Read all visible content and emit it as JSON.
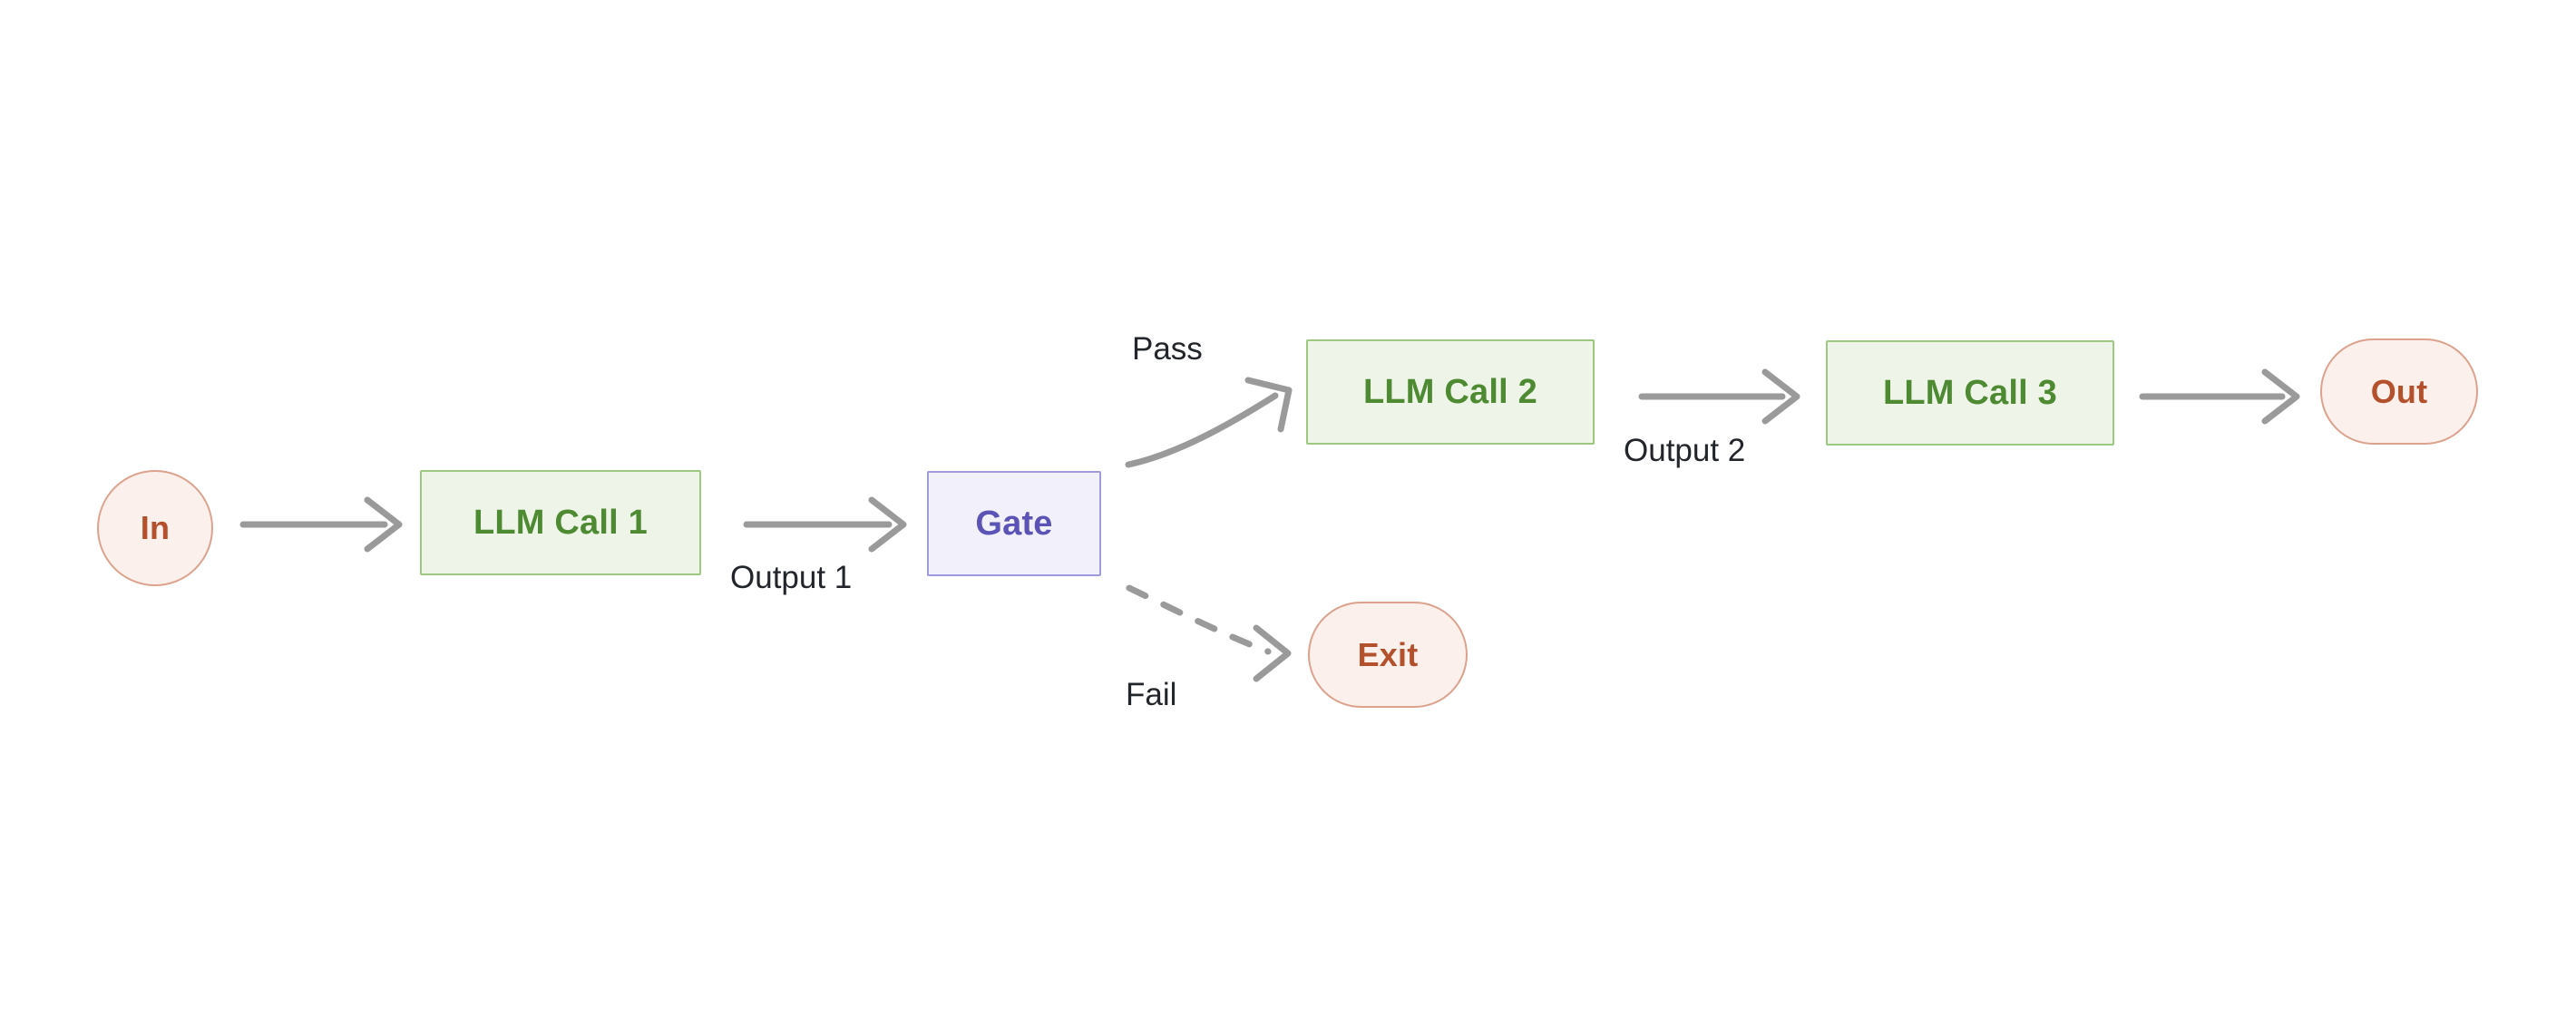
{
  "diagram": {
    "title": "LLM gate / routing workflow",
    "type": "flowchart",
    "orientation": "left-to-right",
    "background": "#ffffff",
    "colors": {
      "process_fill": "#eef4e8",
      "process_border": "#9cc87f",
      "process_text": "#4e8a32",
      "gate_fill": "#f2f1fb",
      "gate_border": "#9f9adb",
      "gate_text": "#5b53b5",
      "terminal_fill": "#fcf0ec",
      "terminal_border": "#dda28d",
      "terminal_text": "#b4512c",
      "edge_stroke": "#9a9a9a",
      "label_text": "#22262b"
    }
  },
  "nodes": {
    "in": {
      "label": "In",
      "shape": "circle",
      "kind": "terminal"
    },
    "llm_call_1": {
      "label": "LLM Call 1",
      "shape": "rectangle",
      "kind": "process"
    },
    "gate": {
      "label": "Gate",
      "shape": "rectangle",
      "kind": "gate"
    },
    "llm_call_2": {
      "label": "LLM Call 2",
      "shape": "rectangle",
      "kind": "process"
    },
    "llm_call_3": {
      "label": "LLM Call 3",
      "shape": "rectangle",
      "kind": "process"
    },
    "exit": {
      "label": "Exit",
      "shape": "pill",
      "kind": "terminal"
    },
    "out": {
      "label": "Out",
      "shape": "pill",
      "kind": "terminal"
    }
  },
  "edges": [
    {
      "id": "e1",
      "from": "in",
      "to": "llm_call_1",
      "label": "",
      "style": "solid",
      "shape": "straight"
    },
    {
      "id": "e2",
      "from": "llm_call_1",
      "to": "gate",
      "label": "Output 1",
      "style": "solid",
      "shape": "straight"
    },
    {
      "id": "e3",
      "from": "gate",
      "to": "llm_call_2",
      "label": "Pass",
      "style": "solid",
      "shape": "curved"
    },
    {
      "id": "e4",
      "from": "gate",
      "to": "exit",
      "label": "Fail",
      "style": "dashed",
      "shape": "curved"
    },
    {
      "id": "e5",
      "from": "llm_call_2",
      "to": "llm_call_3",
      "label": "Output 2",
      "style": "solid",
      "shape": "straight"
    },
    {
      "id": "e6",
      "from": "llm_call_3",
      "to": "out",
      "label": "",
      "style": "solid",
      "shape": "straight"
    }
  ],
  "edge_labels": {
    "output_1": "Output 1",
    "output_2": "Output 2",
    "pass": "Pass",
    "fail": "Fail"
  }
}
